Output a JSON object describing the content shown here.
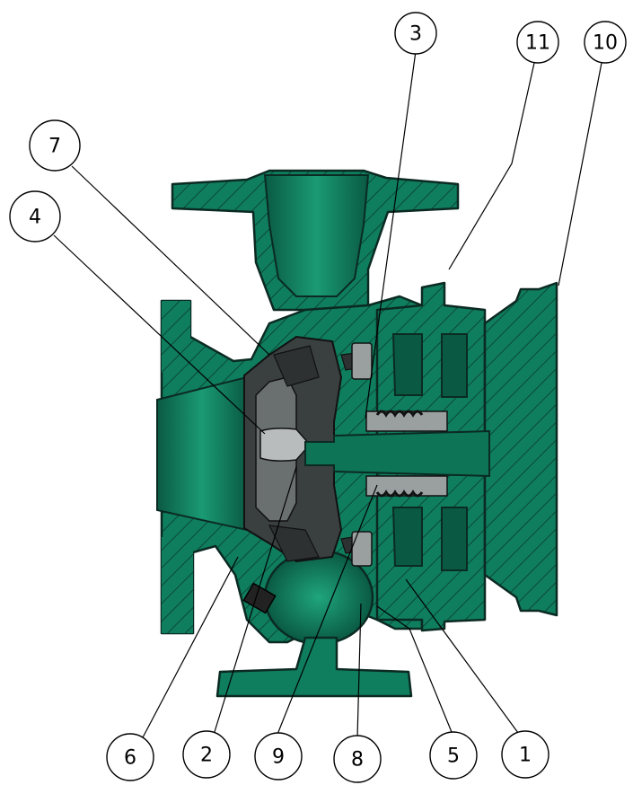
{
  "diagram": {
    "colors": {
      "casing": "#0f7e5e",
      "impeller": "#3a3f3f",
      "seal": "#9aa0a0",
      "outline": "#0b2a22"
    },
    "callouts": [
      {
        "id": "c3",
        "label": "3"
      },
      {
        "id": "c11",
        "label": "11"
      },
      {
        "id": "c10",
        "label": "10"
      },
      {
        "id": "c7",
        "label": "7"
      },
      {
        "id": "c4",
        "label": "4"
      },
      {
        "id": "c6",
        "label": "6"
      },
      {
        "id": "c2",
        "label": "2"
      },
      {
        "id": "c9",
        "label": "9"
      },
      {
        "id": "c8",
        "label": "8"
      },
      {
        "id": "c5",
        "label": "5"
      },
      {
        "id": "c1",
        "label": "1"
      }
    ]
  }
}
